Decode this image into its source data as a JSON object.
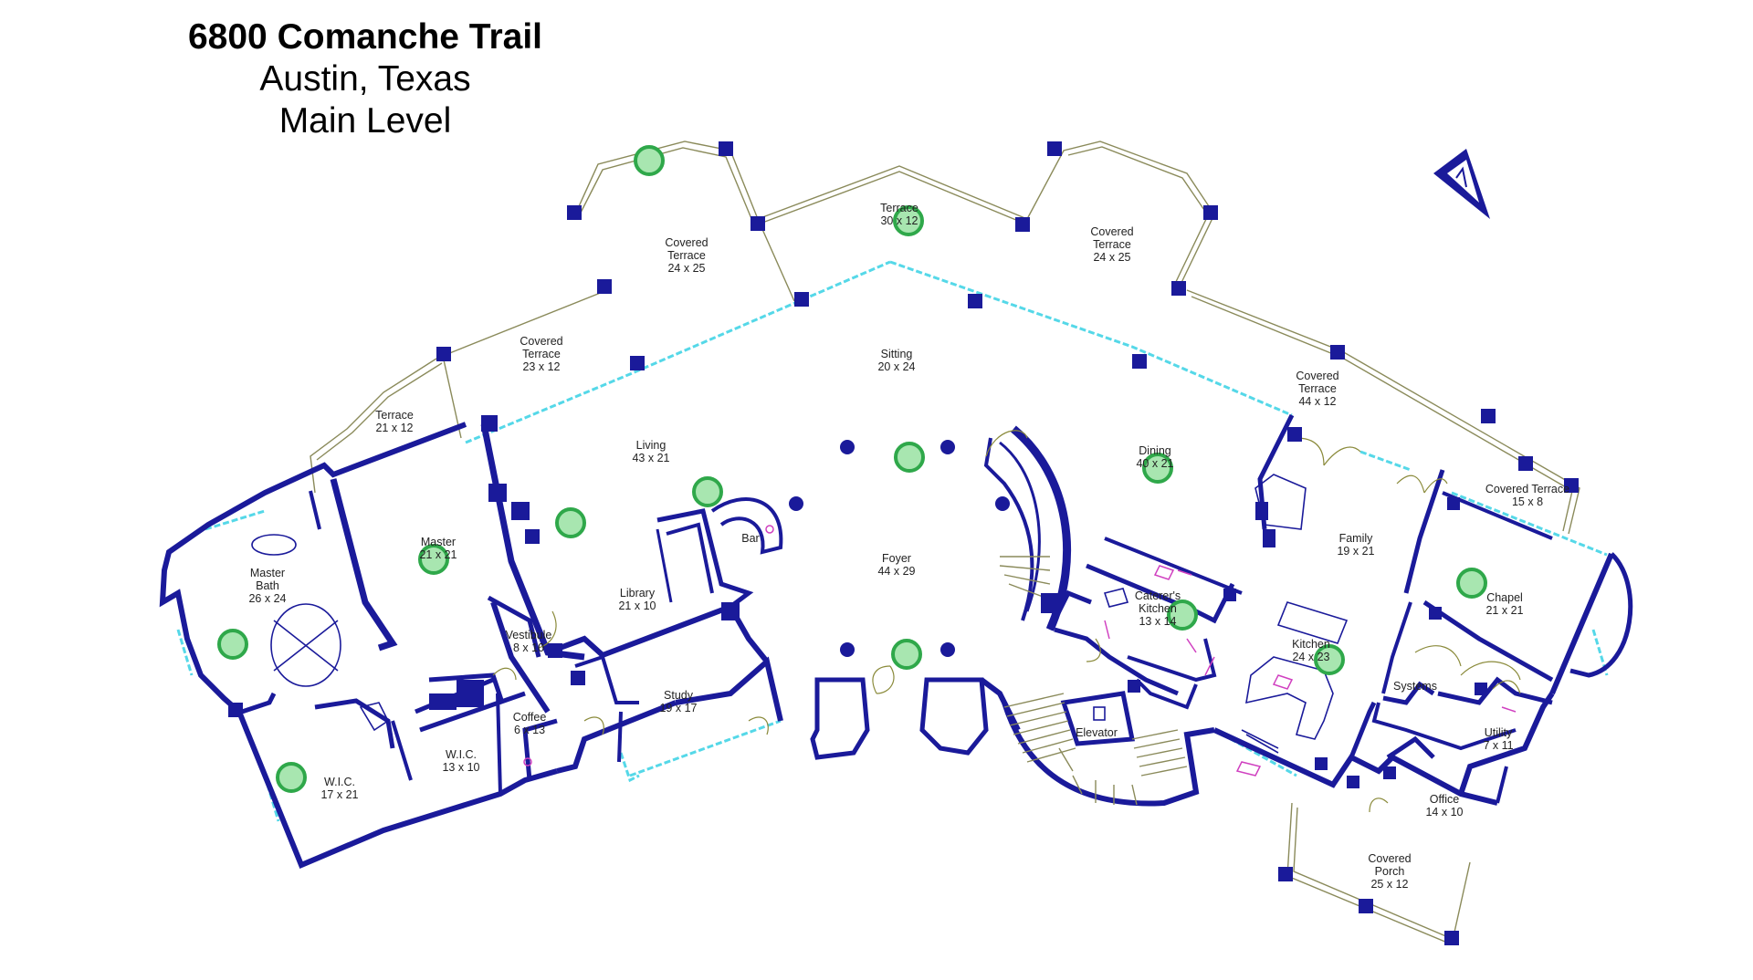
{
  "header": {
    "address": "6800 Comanche Trail",
    "city": "Austin, Texas",
    "level": "Main Level"
  },
  "compass": {
    "icon": "north-arrow-icon"
  },
  "rooms": [
    {
      "id": "covered-terrace-west",
      "name": "Covered\nTerrace",
      "size": "24 x 25"
    },
    {
      "id": "terrace-top",
      "name": "Terrace",
      "size": "30 x 12"
    },
    {
      "id": "covered-terrace-east",
      "name": "Covered\nTerrace",
      "size": "24 x 25"
    },
    {
      "id": "covered-terrace-mid",
      "name": "Covered\nTerrace",
      "size": "23 x 12"
    },
    {
      "id": "terrace-west",
      "name": "Terrace",
      "size": "21 x 12"
    },
    {
      "id": "sitting",
      "name": "Sitting",
      "size": "20 x 24"
    },
    {
      "id": "covered-terrace-long",
      "name": "Covered\nTerrace",
      "size": "44 x 12"
    },
    {
      "id": "covered-terrace-small",
      "name": "Covered Terrace",
      "size": "15 x 8"
    },
    {
      "id": "living",
      "name": "Living",
      "size": "43 x 21"
    },
    {
      "id": "dining",
      "name": "Dining",
      "size": "40 x 21"
    },
    {
      "id": "master",
      "name": "Master",
      "size": "21 x 21"
    },
    {
      "id": "master-bath",
      "name": "Master\nBath",
      "size": "26 x 24"
    },
    {
      "id": "bar",
      "name": "Bar",
      "size": ""
    },
    {
      "id": "foyer",
      "name": "Foyer",
      "size": "44 x 29"
    },
    {
      "id": "family",
      "name": "Family",
      "size": "19 x 21"
    },
    {
      "id": "library",
      "name": "Library",
      "size": "21 x 10"
    },
    {
      "id": "vestibule",
      "name": "Vestibule",
      "size": "8 x 10"
    },
    {
      "id": "caterers-kitchen",
      "name": "Caterer's\nKitchen",
      "size": "13 x 14"
    },
    {
      "id": "chapel",
      "name": "Chapel",
      "size": "21 x 21"
    },
    {
      "id": "kitchen",
      "name": "Kitchen",
      "size": "24 x 23"
    },
    {
      "id": "study",
      "name": "Study",
      "size": "19 x 17"
    },
    {
      "id": "coffee",
      "name": "Coffee",
      "size": "6 x 13"
    },
    {
      "id": "systems",
      "name": "Systems",
      "size": ""
    },
    {
      "id": "elevator",
      "name": "Elevator",
      "size": ""
    },
    {
      "id": "utility",
      "name": "Utility",
      "size": "7 x 11"
    },
    {
      "id": "wic-center",
      "name": "W.I.C.",
      "size": "13 x 10"
    },
    {
      "id": "wic-west",
      "name": "W.I.C.",
      "size": "17 x 21"
    },
    {
      "id": "office",
      "name": "Office",
      "size": "14 x 10"
    },
    {
      "id": "covered-porch",
      "name": "Covered\nPorch",
      "size": "25 x 12"
    }
  ],
  "colors": {
    "wall": "#1a1a9a",
    "glass": "#55d8e8",
    "marker_fill": "#a8e6b0",
    "marker_stroke": "#2fa84a"
  }
}
